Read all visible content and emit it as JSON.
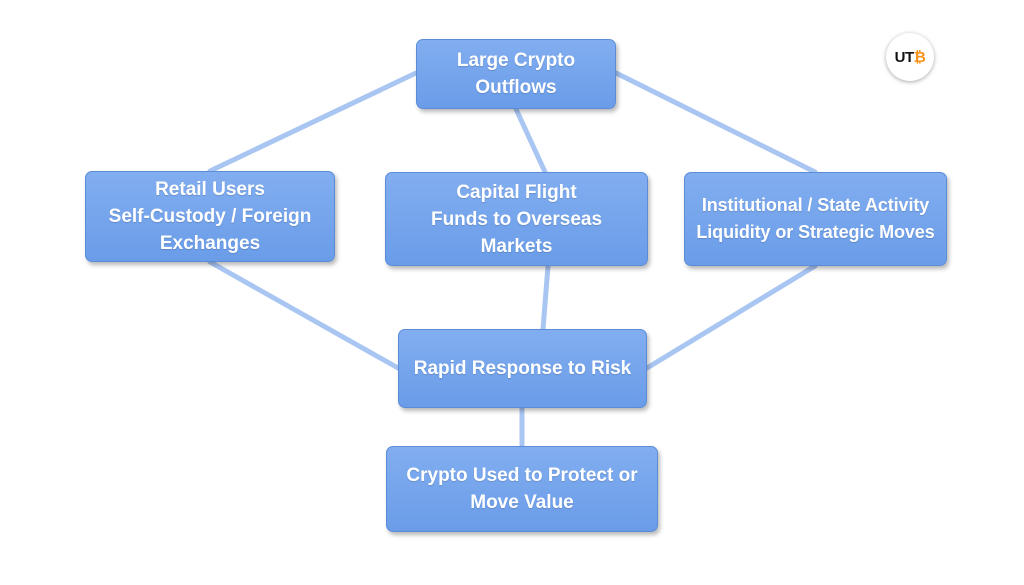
{
  "diagram": {
    "nodes": {
      "top": {
        "lines": [
          "Large Crypto",
          "Outflows"
        ]
      },
      "left": {
        "lines": [
          "Retail Users",
          "Self-Custody / Foreign",
          "Exchanges"
        ]
      },
      "center": {
        "lines": [
          "Capital Flight",
          "Funds to Overseas",
          "Markets"
        ]
      },
      "right": {
        "lines": [
          "Institutional / State Activity",
          "Liquidity or Strategic Moves"
        ]
      },
      "risk": {
        "lines": [
          "Rapid Response to Risk"
        ]
      },
      "bottom": {
        "lines": [
          "Crypto Used to Protect or",
          "Move Value"
        ]
      }
    },
    "connector_color": "#a9c6f3"
  },
  "logo": {
    "text_prefix": "UT",
    "symbol": "₿",
    "symbol_color": "#f7931a"
  }
}
